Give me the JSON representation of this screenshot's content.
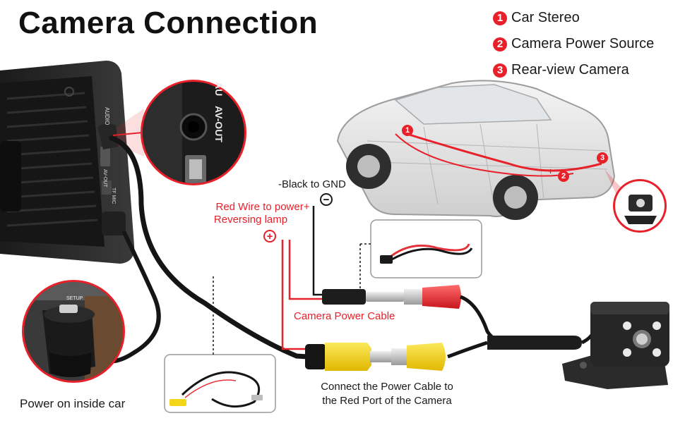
{
  "title": "Camera Connection",
  "legend": [
    {
      "number": "1",
      "label": "Car Stereo"
    },
    {
      "number": "2",
      "label": "Camera Power Source"
    },
    {
      "number": "3",
      "label": "Rear-view Camera"
    }
  ],
  "screen_labels": {
    "port_audio": "AUDIO",
    "port_av_out": "AV-OUT",
    "zoom_av_out": "AV-OUT",
    "zoom_au": "AU",
    "port_tf_mic": "TF MIC"
  },
  "labels": {
    "black_to_gnd": "-Black to GND",
    "minus_sign": "−",
    "red_wire_line1": "Red Wire to power+",
    "red_wire_line2": "Reversing lamp",
    "plus_sign": "+",
    "camera_power_cable": "Camera Power Cable",
    "connect_line1": "Connect the Power Cable to",
    "connect_line2": "the Red Port of the Camera",
    "power_on_inside_car": "Power on inside car",
    "setup_button": "SETUP",
    "car_marker_1": "1",
    "car_marker_2": "2",
    "car_marker_3": "3",
    "car_minus": "−",
    "car_plus": "+"
  },
  "colors": {
    "accent_red": "#e8202a",
    "wire_black": "#151515",
    "rca_yellow": "#f3d51a",
    "rca_red": "#e5323a",
    "device_dark": "#2a2a2a"
  }
}
